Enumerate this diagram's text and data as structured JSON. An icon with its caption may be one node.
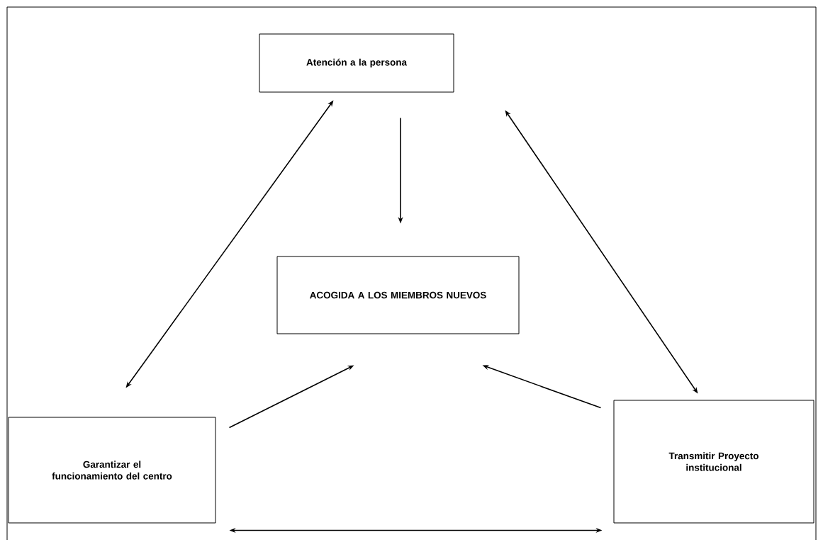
{
  "diagram": {
    "nodes": [
      {
        "text": [
          "Atención a la persona"
        ]
      },
      {
        "text": [
          "ACOGIDA A LOS MIEMBROS NUEVOS"
        ]
      },
      {
        "text": [
          "Garantizar el funcionamiento del centro"
        ]
      },
      {
        "text": [
          "Transmitir Proyecto institucional"
        ]
      }
    ],
    "edges": [
      {
        "from": 0,
        "to": 1,
        "arrow": "to"
      },
      {
        "from": 0,
        "to": 2,
        "arrow": "both"
      },
      {
        "from": 0,
        "to": 3,
        "arrow": "both"
      },
      {
        "from": 2,
        "to": 1,
        "arrow": "to"
      },
      {
        "from": 3,
        "to": 1,
        "arrow": "to"
      },
      {
        "from": 2,
        "to": 3,
        "arrow": "both"
      }
    ]
  }
}
